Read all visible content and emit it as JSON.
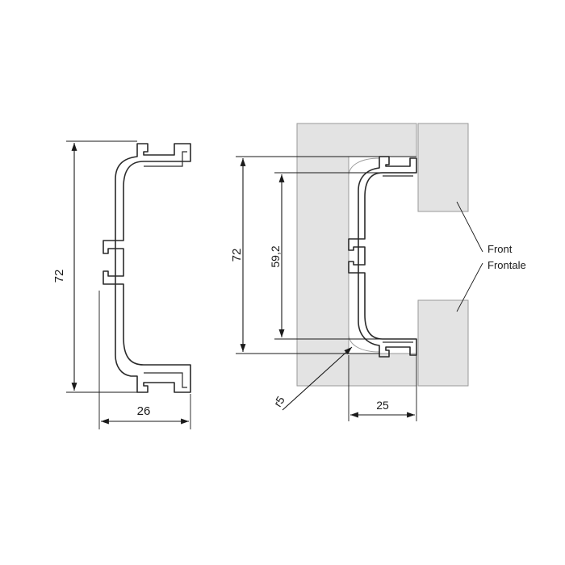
{
  "drawing": {
    "left_view": {
      "height_label": "72",
      "width_label": "26"
    },
    "right_view": {
      "height_label": "72",
      "inner_height_label": "59,2",
      "depth_label": "25",
      "radius_label": "r5",
      "callout_line1": "Front",
      "callout_line2": "Frontale"
    }
  }
}
